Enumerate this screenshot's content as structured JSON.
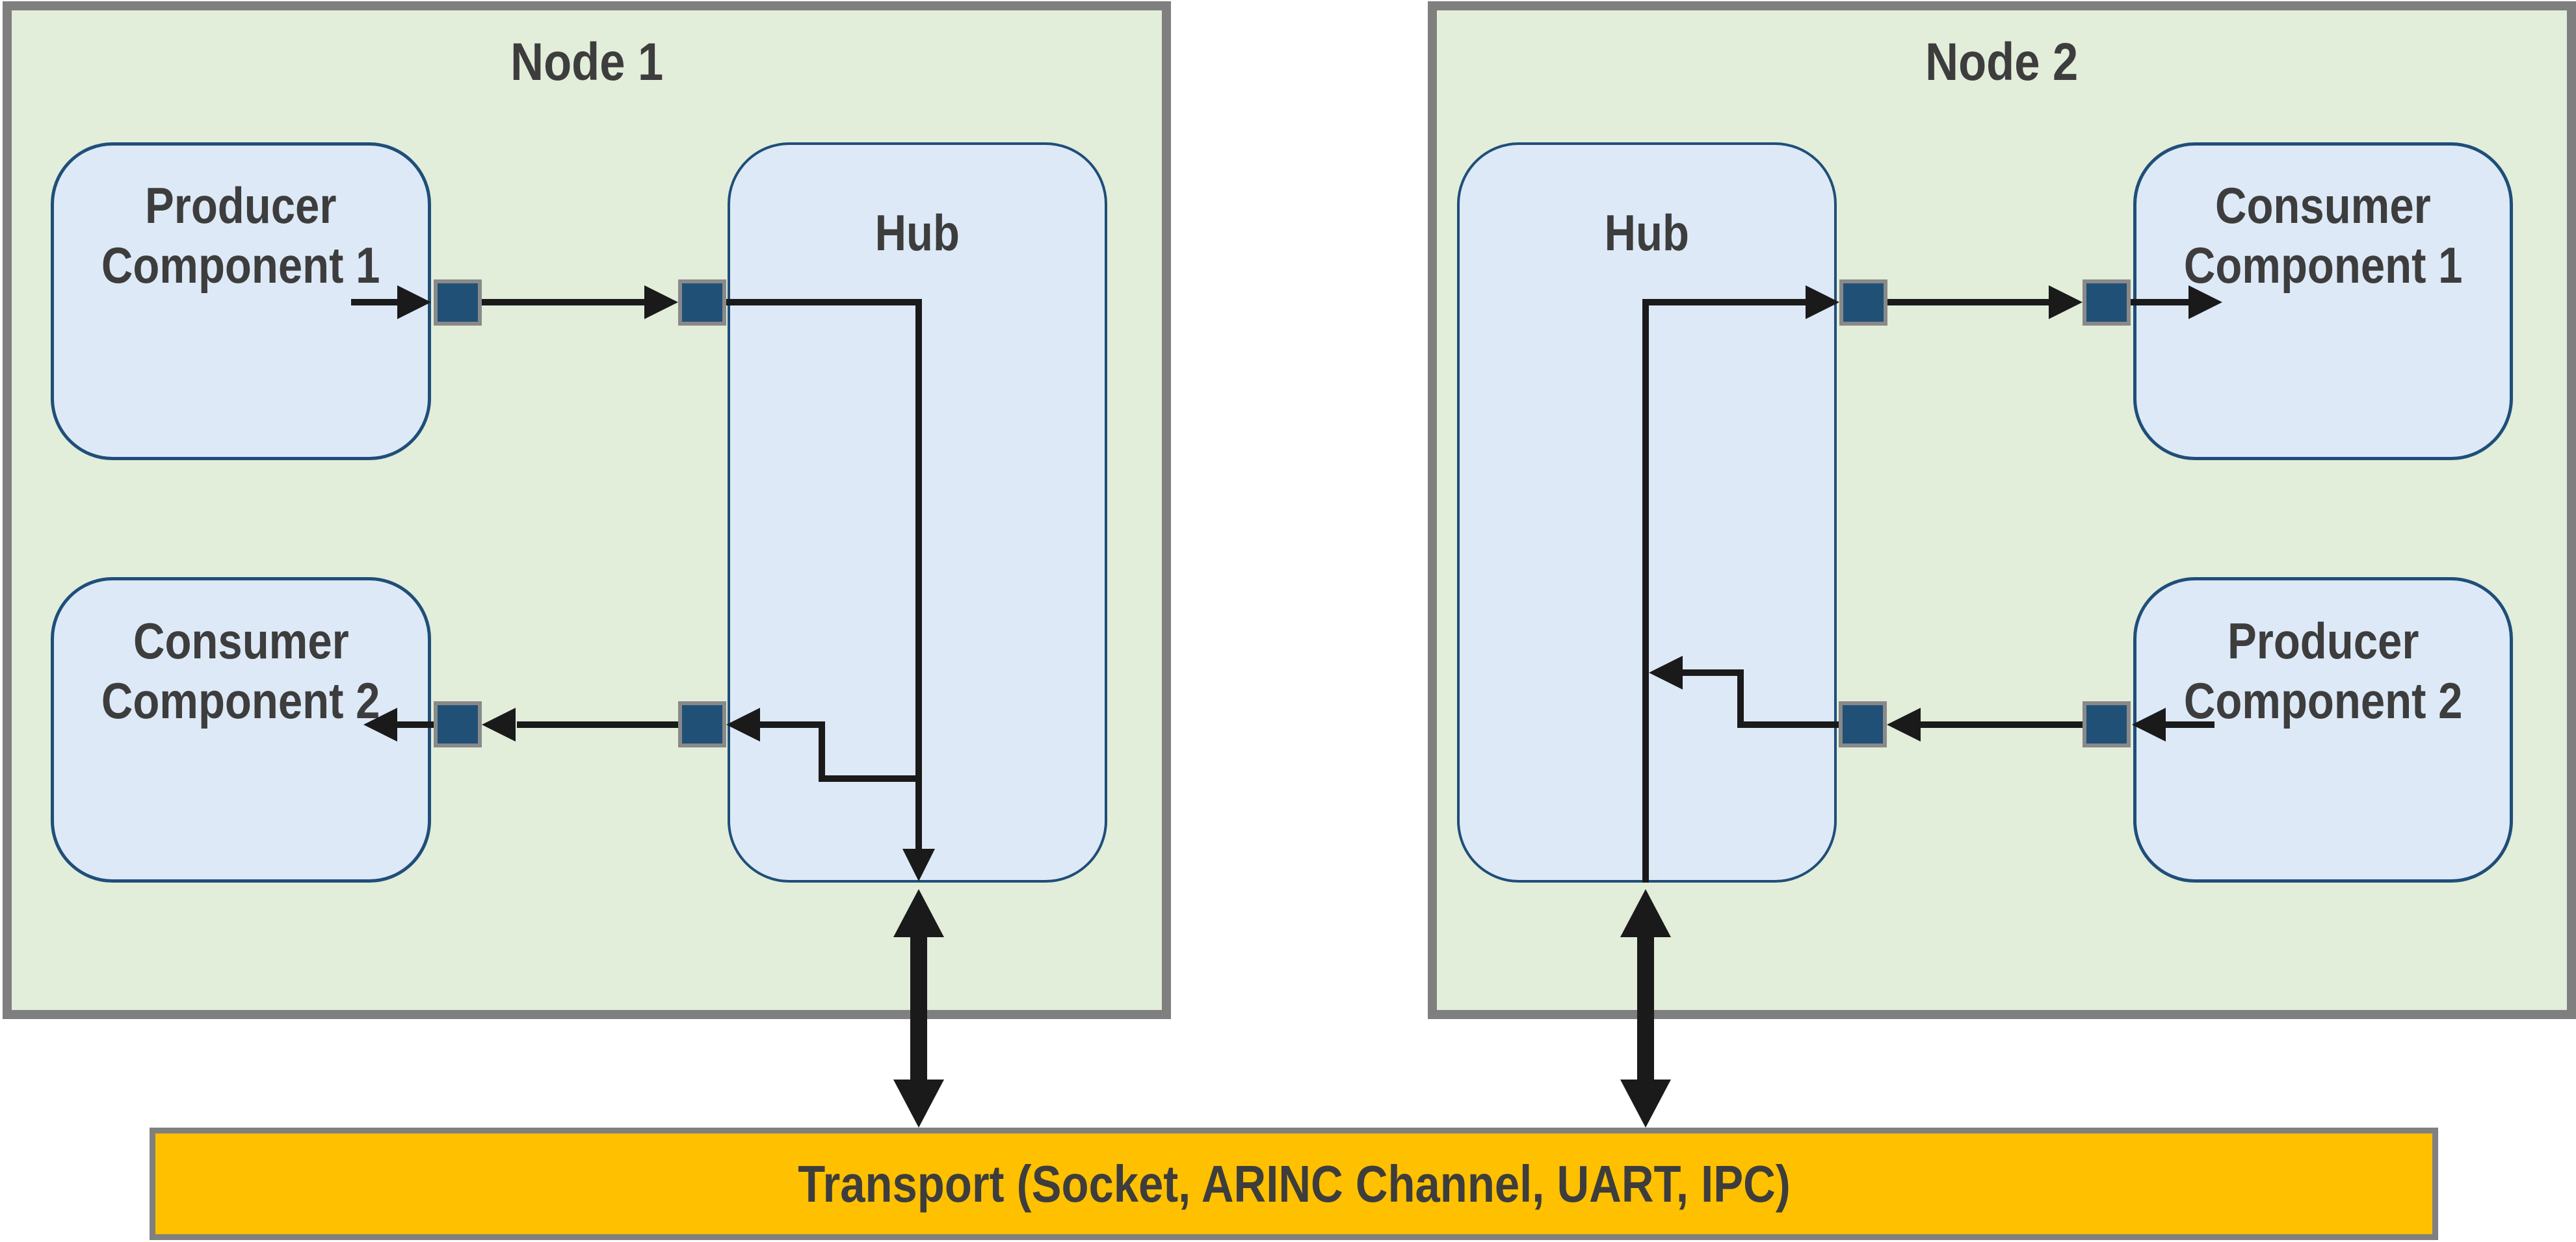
{
  "diagram": {
    "type": "component-communication-architecture",
    "nodes": [
      {
        "title": "Node 1",
        "hub_label": "Hub",
        "components": [
          {
            "id": "producer-component-1",
            "line1": "Producer",
            "line2": "Component 1"
          },
          {
            "id": "consumer-component-2",
            "line1": "Consumer",
            "line2": "Component 2"
          }
        ],
        "ports": [
          "producer-1-output-port",
          "hub-1-input-port",
          "hub-1-output-port",
          "consumer-2-input-port"
        ],
        "flows": [
          "Producer Component 1 -> Hub (via ports)",
          "Hub -> Transport (down arrow)",
          "Hub -> Consumer Component 2 (via ports)"
        ]
      },
      {
        "title": "Node 2",
        "hub_label": "Hub",
        "components": [
          {
            "id": "consumer-component-1",
            "line1": "Consumer",
            "line2": "Component 1"
          },
          {
            "id": "producer-component-2",
            "line1": "Producer",
            "line2": "Component 2"
          }
        ],
        "ports": [
          "hub-2-output-port",
          "consumer-1-input-port",
          "producer-2-output-port",
          "hub-2-input-port"
        ],
        "flows": [
          "Transport -> Hub (up arrow)",
          "Hub -> Consumer Component 1 (via ports)",
          "Producer Component 2 -> Hub (via ports)"
        ]
      }
    ],
    "transport": {
      "label": "Transport (Socket, ARINC Channel, UART, IPC)"
    },
    "colors": {
      "node_fill": "#E2EDDA",
      "node_border": "#7F7F7F",
      "component_fill": "#DDE9F6",
      "component_border": "#1F4E79",
      "port_fill": "#215077",
      "port_border": "#898989",
      "arrow": "#1A1A1A",
      "transport_fill": "#FFC000",
      "transport_border": "#808080",
      "text": "#3D3D3D",
      "background": "#FFFFFF"
    }
  }
}
